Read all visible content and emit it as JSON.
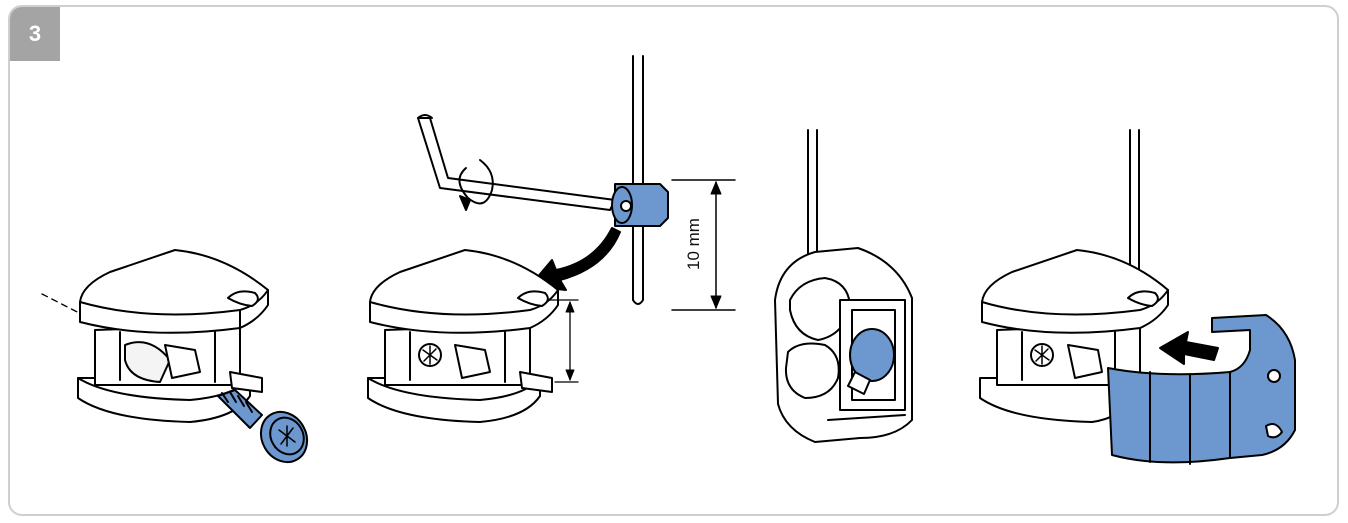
{
  "step": {
    "number": "3"
  },
  "dimension": {
    "label": "10 mm"
  },
  "figures": [
    {
      "name": "bracket-with-screw"
    },
    {
      "name": "hex-key-adjustment"
    },
    {
      "name": "bracket-with-wire"
    },
    {
      "name": "bracket-with-cover"
    }
  ],
  "colors": {
    "accent": "#6c98cf",
    "outline": "#000000",
    "frame": "#cfcfcf",
    "badge": "#a4a4a4"
  }
}
